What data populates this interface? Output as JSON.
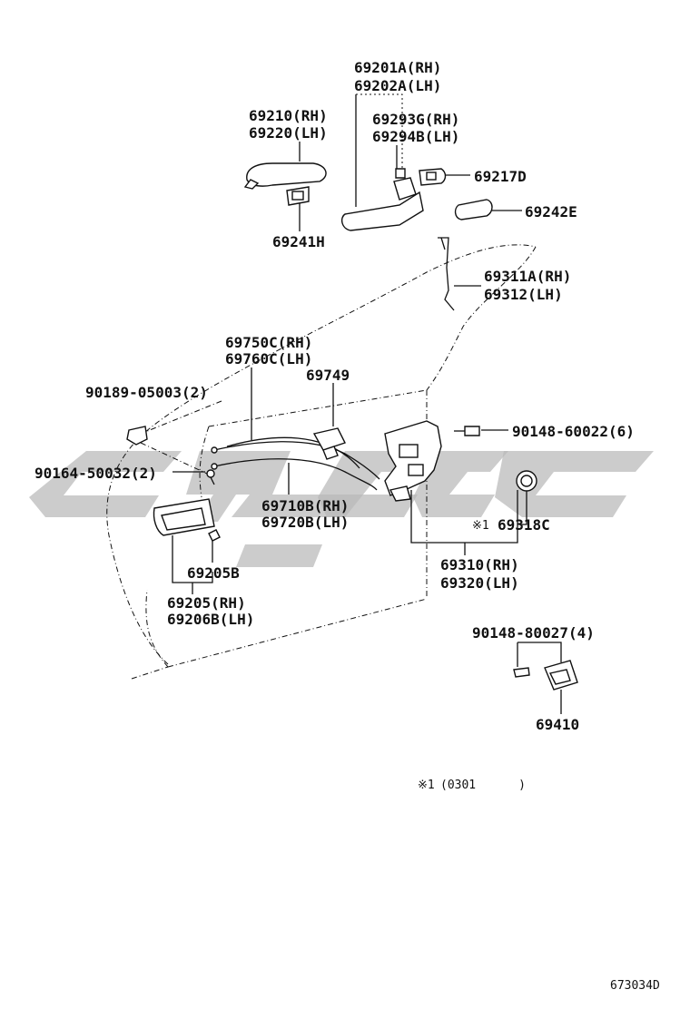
{
  "labels": {
    "p69201a": "69201A(RH)",
    "p69202a": "69202A(LH)",
    "p69210": "69210(RH)",
    "p69220": "69220(LH)",
    "p69293g": "69293G(RH)",
    "p69294b": "69294B(LH)",
    "p69217d": "69217D",
    "p69242e": "69242E",
    "p69241h": "69241H",
    "p69311a": "69311A(RH)",
    "p69312": "69312(LH)",
    "p69750c": "69750C(RH)",
    "p69760c": "69760C(LH)",
    "p69749": "69749",
    "p90189": "90189-05003(2)",
    "p90148a": "90148-60022(6)",
    "p90164": "90164-50032(2)",
    "p69710b": "69710B(RH)",
    "p69720b": "69720B(LH)",
    "p69318c": "69318C",
    "p69205b": "69205B",
    "p69310": "69310(RH)",
    "p69320": "69320(LH)",
    "p69205": "69205(RH)",
    "p69206b": "69206B(LH)",
    "p90148b": "90148-80027(4)",
    "p69410": "69410"
  },
  "notes": {
    "mark": "※1",
    "footnote_mark": "※1",
    "footnote_text": "(0301      )",
    "diagram_id": "673034D"
  }
}
